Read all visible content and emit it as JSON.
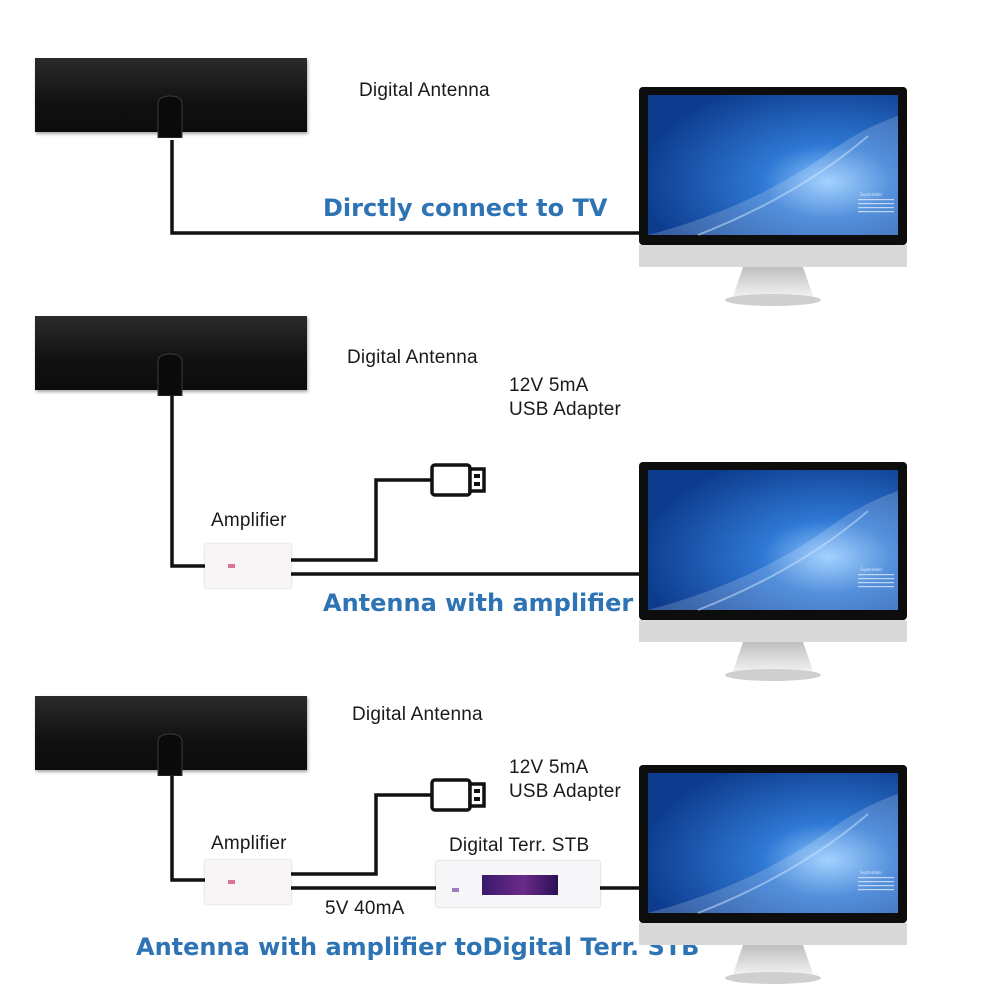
{
  "panels": [
    {
      "antenna_label": "Digital Antenna",
      "heading": "Dirctly connect to TV"
    },
    {
      "antenna_label": "Digital Antenna",
      "adapter_label_line1": "12V 5mA",
      "adapter_label_line2": "USB Adapter",
      "amplifier_label": "Amplifier",
      "heading": "Antenna with amplifier"
    },
    {
      "antenna_label": "Digital Antenna",
      "adapter_label_line1": "12V 5mA",
      "adapter_label_line2": "USB Adapter",
      "amplifier_label": "Amplifier",
      "stb_label": "Digital Terr. STB",
      "power_label": "5V 40mA",
      "heading": "Antenna with amplifier toDigital Terr. STB"
    }
  ],
  "tv_screen": {
    "calendar_month": "September"
  },
  "colors": {
    "heading": "#2e74b5",
    "cable": "#111111",
    "screen": "#1e5bb5",
    "tv_frame": "#0d0d0d",
    "tv_chin": "#d9d9d9"
  },
  "icons": [
    "antenna-icon",
    "tv-monitor-icon",
    "usb-plug-icon",
    "amplifier-icon",
    "set-top-box-icon"
  ]
}
